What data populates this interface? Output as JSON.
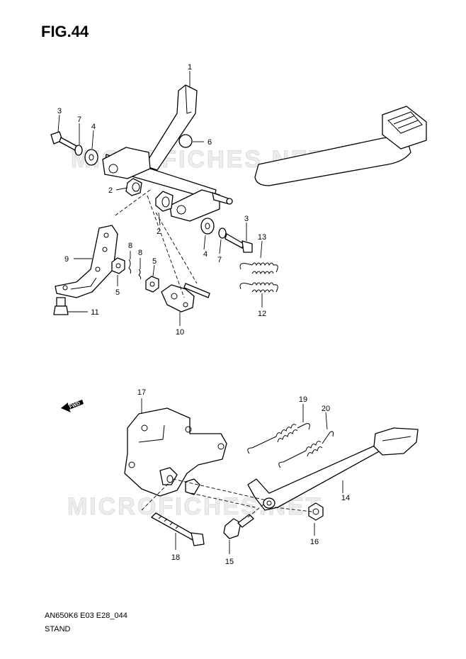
{
  "figure": {
    "title": "FIG.44",
    "code": "AN650K6 E03 E28_044",
    "name": "STAND"
  },
  "watermark": "MICROFICHES.NET",
  "fwd_label": "FWD",
  "callouts": {
    "p1": "1",
    "p2a": "2",
    "p2b": "2",
    "p3a": "3",
    "p3b": "3",
    "p4a": "4",
    "p4b": "4",
    "p5a": "5",
    "p5b": "5",
    "p6": "6",
    "p7a": "7",
    "p7b": "7",
    "p8a": "8",
    "p8b": "8",
    "p9": "9",
    "p10": "10",
    "p11": "11",
    "p12": "12",
    "p13": "13",
    "p14": "14",
    "p15": "15",
    "p16": "16",
    "p17": "17",
    "p18": "18",
    "p19": "19",
    "p20": "20"
  }
}
